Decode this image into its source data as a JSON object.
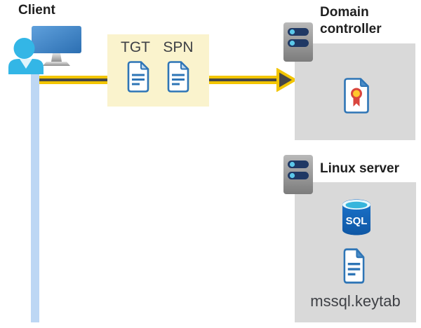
{
  "client": {
    "label": "Client"
  },
  "ticket_box": {
    "tgt_label": "TGT",
    "spn_label": "SPN"
  },
  "domain_controller": {
    "label": "Domain controller"
  },
  "linux_server": {
    "label": "Linux server",
    "database_label": "SQL",
    "keytab_file_label": "mssql.keytab"
  },
  "icons": {
    "client": "client-computer-with-user-icon",
    "tickets": [
      "tgt-document-icon",
      "spn-document-icon"
    ],
    "domain_controller": [
      "server-icon",
      "certificate-icon"
    ],
    "linux_server": [
      "server-icon",
      "sql-database-icon",
      "keytab-document-icon"
    ],
    "arrow": "yellow-right-arrow"
  },
  "colors": {
    "title_color": "#1F1F1F",
    "subtle_text": "#3E4045",
    "arrow_yellow": "#F2C500",
    "arrow_dark": "#474747",
    "ticket_box_bg": "#FAF3CD",
    "panel_bg": "#D9D9D9",
    "lifeline_blue": "#BDD7F4",
    "doc_blue": "#2E75B6",
    "doc_fold": "#BDD7EE",
    "server_navy": "#1F3864",
    "server_dot": "#5BC8EA",
    "cert_red": "#D9453D",
    "cert_gold": "#FFC72C",
    "person_cyan": "#33B6E6",
    "person_collar": "#DFF4FC",
    "fold_solid_blue": "#4A8CC7"
  }
}
